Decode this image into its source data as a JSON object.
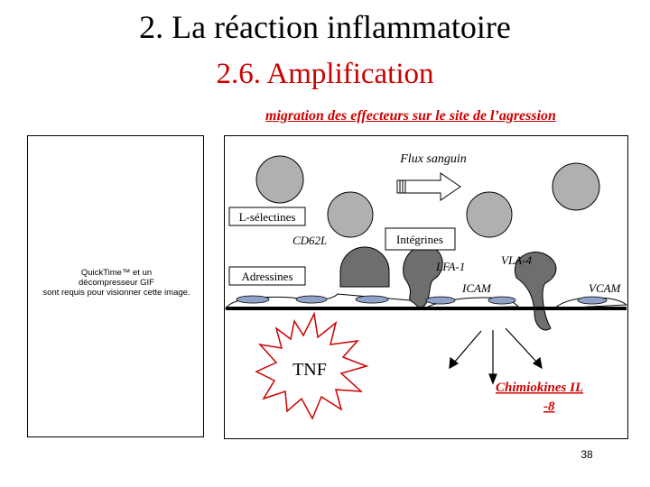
{
  "slide": {
    "title": "2. La réaction inflammatoire",
    "subtitle": "2.6. Amplification",
    "caption": "migration des effecteurs sur le site de l’agression",
    "page_number": "38"
  },
  "placeholder": {
    "text_lines": [
      "QuickTime™ et un",
      "décompresseur GIF",
      "sont requis pour visionner cette image."
    ]
  },
  "diagram": {
    "flux_label": "Flux sanguin",
    "l_selectines": "L-sélectines",
    "cd62l": "CD62L",
    "integrines": "Intégrines",
    "adressines": "Adressines",
    "lfa1": "LFA-1",
    "vla4": "VLA-4",
    "icam": "ICAM",
    "vcam": "VCAM",
    "tnf": "TNF",
    "chimiokines_line1": "Chimiokines   IL",
    "chimiokines_line2": "-8"
  },
  "colors": {
    "title_red": "#cc0000",
    "cell_light": "#b0b0b0",
    "cell_dark": "#6e6e6e",
    "nucleus_blue": "#8fa3c9"
  }
}
